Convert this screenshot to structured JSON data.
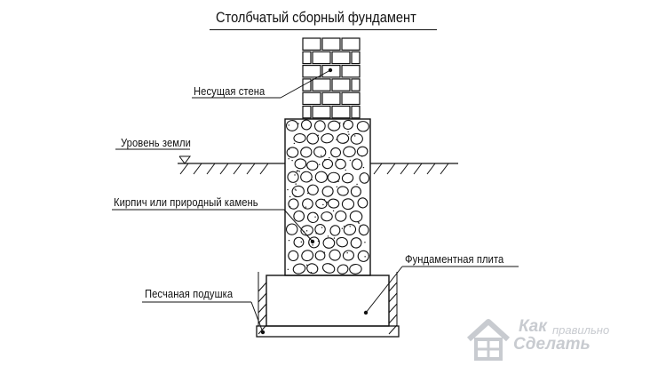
{
  "diagram": {
    "title": "Столбчатый сборный фундамент",
    "labels": {
      "wall": "Несущая стена",
      "ground_level": "Уровень земли",
      "stone_column": "Кирпич или природный камень",
      "foundation_slab": "Фундаментная плита",
      "sand_cushion": "Песчаная подушка"
    }
  },
  "watermark": {
    "line1": "Как",
    "line2": "правильно",
    "line3": "Сделать"
  },
  "colors": {
    "ink": "#111111",
    "watermark": "#c8cbd0"
  }
}
